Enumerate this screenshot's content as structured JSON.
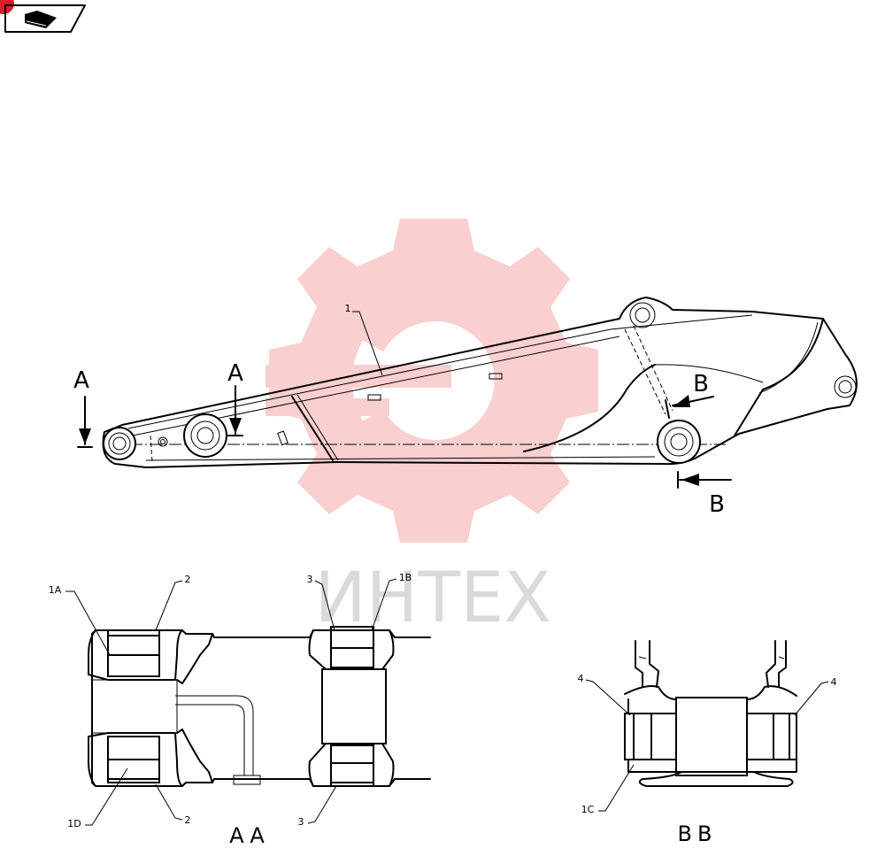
{
  "watermark": {
    "text": "ИНТЕХ",
    "color": "#f2a3a3"
  },
  "corner_badge": {
    "icon": "book-page-icon",
    "accent": "#d6202a"
  },
  "section_markers": {
    "a_top": "A",
    "a_left": "A",
    "b_top": "B",
    "b_bottom": "B"
  },
  "callouts": {
    "c1": "1",
    "c1a": "1A",
    "c2_top": "2",
    "c3_top": "3",
    "c1b": "1B",
    "c1d": "1D",
    "c2_bottom": "2",
    "c3_bottom": "3",
    "c4_left": "4",
    "c4_right": "4",
    "c1c": "1C"
  },
  "section_titles": {
    "aa": "AA",
    "bb": "BB"
  }
}
